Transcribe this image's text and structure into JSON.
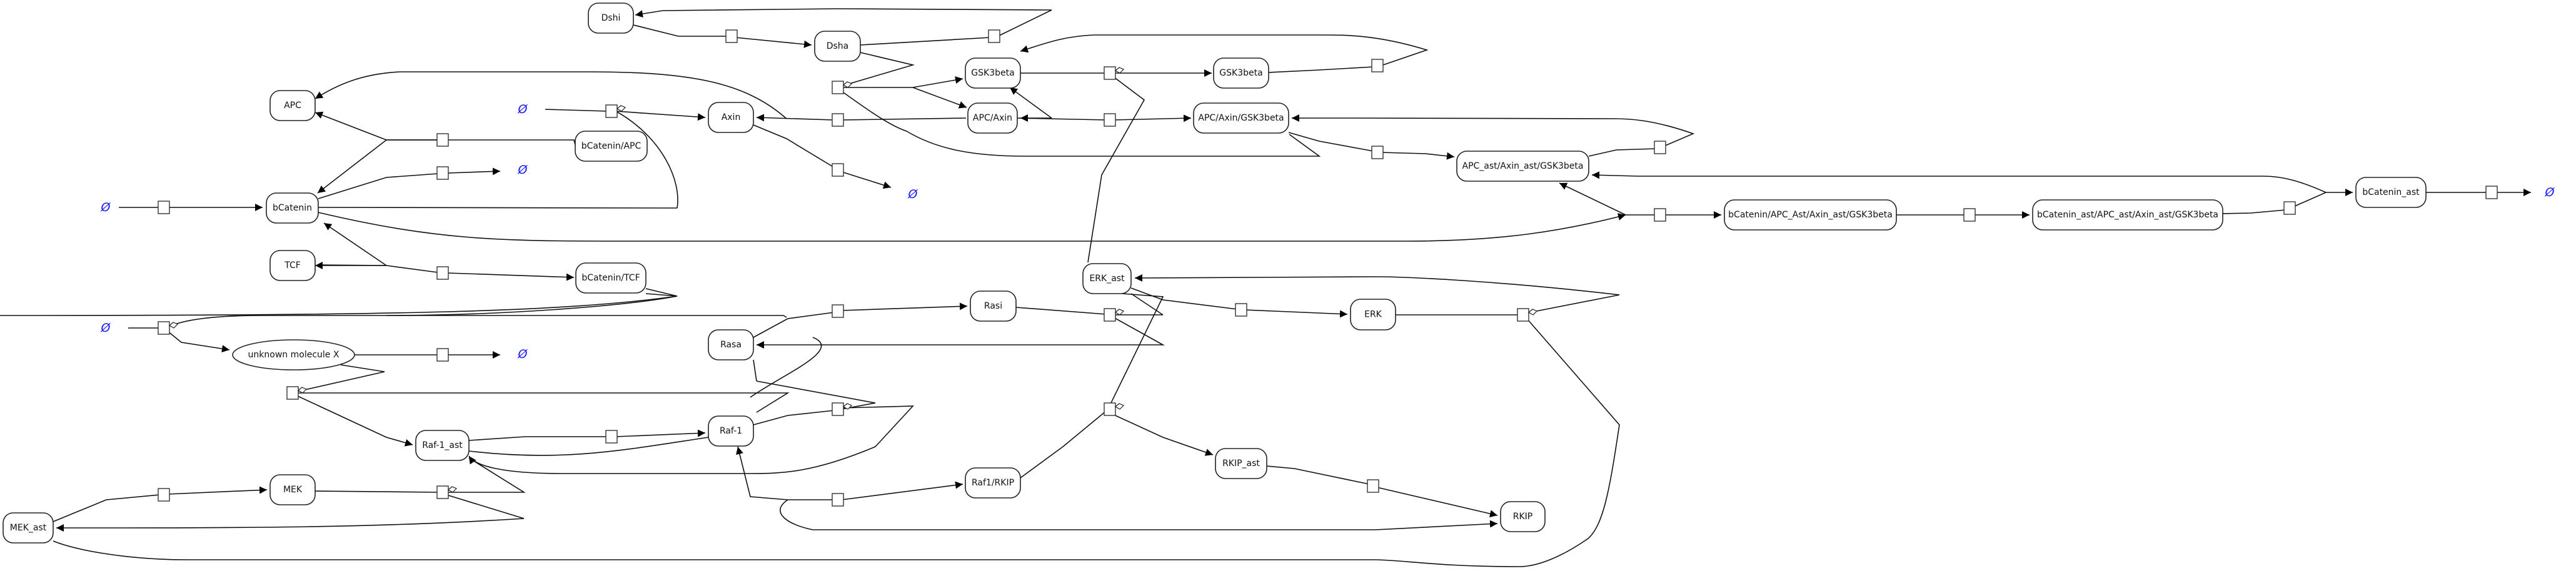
{
  "diagram": {
    "title": "",
    "colors": {
      "empty_set": "#1a1aff",
      "node_border": "#222222",
      "edge": "#111111",
      "background": "#ffffff"
    },
    "empty_set_symbol": "Ø",
    "nodes": [
      {
        "id": "Dshi",
        "label": "Dshi",
        "shape": "rounded"
      },
      {
        "id": "Dsha",
        "label": "Dsha",
        "shape": "rounded"
      },
      {
        "id": "GSK3beta_1",
        "label": "GSK3beta",
        "shape": "rounded"
      },
      {
        "id": "GSK3beta_2",
        "label": "GSK3beta",
        "shape": "rounded"
      },
      {
        "id": "APC",
        "label": "APC",
        "shape": "rounded"
      },
      {
        "id": "Axin",
        "label": "Axin",
        "shape": "rounded"
      },
      {
        "id": "APC_Axin",
        "label": "APC/Axin",
        "shape": "rounded"
      },
      {
        "id": "APC_Axin_GSK3beta",
        "label": "APC/Axin/GSK3beta",
        "shape": "rounded"
      },
      {
        "id": "bCatenin_APC",
        "label": "bCatenin/APC",
        "shape": "rounded"
      },
      {
        "id": "APCast_Axinast_GSK3beta",
        "label": "APC_ast/Axin_ast/GSK3beta",
        "shape": "rounded"
      },
      {
        "id": "bCatenin_ast",
        "label": "bCatenin_ast",
        "shape": "rounded"
      },
      {
        "id": "bCatenin",
        "label": "bCatenin",
        "shape": "rounded"
      },
      {
        "id": "bCatenin_APCast_complex",
        "label": "bCatenin/APC_Ast/Axin_ast/GSK3beta",
        "shape": "rounded"
      },
      {
        "id": "bCateninast_APCast_complex",
        "label": "bCatenin_ast/APC_ast/Axin_ast/GSK3beta",
        "shape": "rounded"
      },
      {
        "id": "TCF",
        "label": "TCF",
        "shape": "rounded"
      },
      {
        "id": "bCatenin_TCF",
        "label": "bCatenin/TCF",
        "shape": "rounded"
      },
      {
        "id": "ERK_ast",
        "label": "ERK_ast",
        "shape": "rounded"
      },
      {
        "id": "Rasi",
        "label": "Rasi",
        "shape": "rounded"
      },
      {
        "id": "ERK",
        "label": "ERK",
        "shape": "rounded"
      },
      {
        "id": "Rasa",
        "label": "Rasa",
        "shape": "rounded"
      },
      {
        "id": "X",
        "label": "unknown molecule X",
        "shape": "ellipse"
      },
      {
        "id": "Raf1",
        "label": "Raf-1",
        "shape": "rounded"
      },
      {
        "id": "Raf1_ast",
        "label": "Raf-1_ast",
        "shape": "rounded"
      },
      {
        "id": "RKIP_ast",
        "label": "RKIP_ast",
        "shape": "rounded"
      },
      {
        "id": "Raf1_RKIP",
        "label": "Raf1/RKIP",
        "shape": "rounded"
      },
      {
        "id": "MEK",
        "label": "MEK",
        "shape": "rounded"
      },
      {
        "id": "RKIP",
        "label": "RKIP",
        "shape": "rounded"
      },
      {
        "id": "MEK_ast",
        "label": "MEK_ast",
        "shape": "rounded"
      }
    ],
    "empty_sets": [
      {
        "id": "bcat_source"
      },
      {
        "id": "axin_source"
      },
      {
        "id": "bcat_sink"
      },
      {
        "id": "axin_sink"
      },
      {
        "id": "x_source"
      },
      {
        "id": "x_sink"
      },
      {
        "id": "bcatast_sink"
      }
    ],
    "reactions": [
      {
        "id": "r_bcat_synth"
      },
      {
        "id": "r_bcat_apc"
      },
      {
        "id": "r_bcat_degr"
      },
      {
        "id": "r_bcat_tcf"
      },
      {
        "id": "r_axin_synth"
      },
      {
        "id": "r_dshi_dsha"
      },
      {
        "id": "r_dsha_dshi"
      },
      {
        "id": "r_gsk_release"
      },
      {
        "id": "r_axin_apc"
      },
      {
        "id": "r_axin_degr"
      },
      {
        "id": "r_apc_axin_gsk"
      },
      {
        "id": "r_gsk_loop"
      },
      {
        "id": "r_complex_form"
      },
      {
        "id": "r_apcast_form"
      },
      {
        "id": "r_apcast_back"
      },
      {
        "id": "r_bcat_bind"
      },
      {
        "id": "r_phos"
      },
      {
        "id": "r_release"
      },
      {
        "id": "r_bcatast_degr"
      },
      {
        "id": "r_ras_act"
      },
      {
        "id": "r_ras_deact"
      },
      {
        "id": "r_erk_act"
      },
      {
        "id": "r_erk_deact"
      },
      {
        "id": "r_raf_act"
      },
      {
        "id": "r_rkip_bind"
      },
      {
        "id": "r_rkip_deph"
      },
      {
        "id": "r_raf_deact"
      },
      {
        "id": "r_mek_deact"
      },
      {
        "id": "r_x_synth"
      },
      {
        "id": "r_raf1_act_x"
      },
      {
        "id": "r_x_degr"
      },
      {
        "id": "r_mek_act"
      },
      {
        "id": "r_raf_rkip"
      }
    ]
  }
}
